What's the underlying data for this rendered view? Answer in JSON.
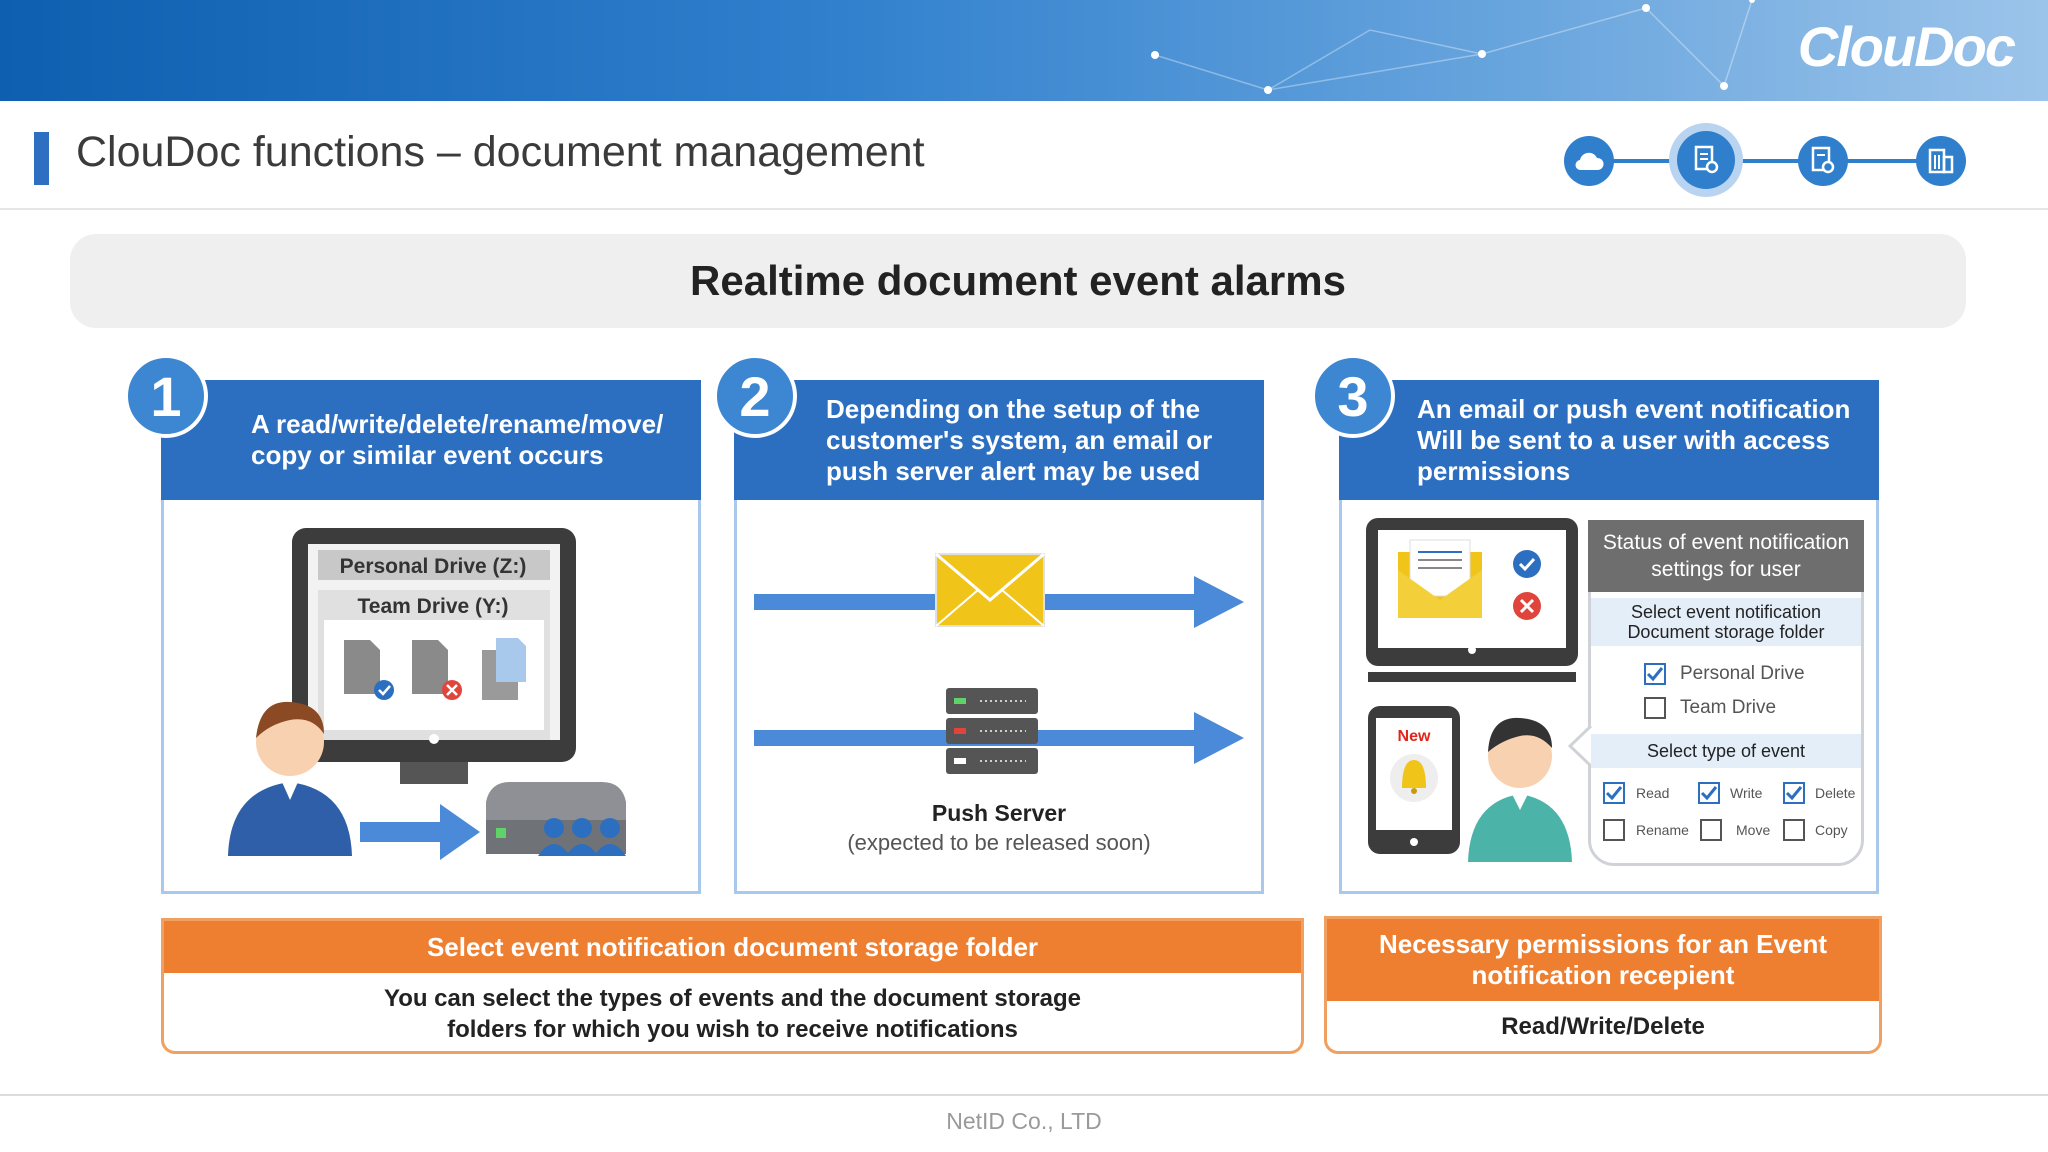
{
  "header": {
    "logo": "ClouDoc",
    "page_title": "ClouDoc functions – document management"
  },
  "banner": {
    "title": "Realtime document event alarms"
  },
  "steps": [
    {
      "number": "1",
      "text": "A read/write/delete/rename/move/ copy or similar event occurs"
    },
    {
      "number": "2",
      "text": "Depending on the setup of the customer's system, an email or push server alert may be used"
    },
    {
      "number": "3",
      "text": "An email or push event notification Will be sent to a user with access permissions"
    }
  ],
  "step1": {
    "drive_z": "Personal Drive (Z:)",
    "drive_y": "Team Drive (Y:)"
  },
  "step2": {
    "push_server": "Push Server",
    "push_note": "(expected to be released soon)"
  },
  "step3": {
    "new_badge": "New",
    "settings_title": "Status of event notification settings for user",
    "folder_header": "Select event notification Document storage folder",
    "folders": [
      {
        "label": "Personal Drive",
        "checked": true
      },
      {
        "label": "Team Drive",
        "checked": false
      }
    ],
    "event_header": "Select type of event",
    "events": [
      {
        "label": "Read",
        "checked": true
      },
      {
        "label": "Write",
        "checked": true
      },
      {
        "label": "Delete",
        "checked": true
      },
      {
        "label": "Rename",
        "checked": false
      },
      {
        "label": "Move",
        "checked": false
      },
      {
        "label": "Copy",
        "checked": false
      }
    ]
  },
  "info_left": {
    "title": "Select event notification document storage folder",
    "body": "You can select the types of events and the document storage folders for which you wish to receive notifications"
  },
  "info_right": {
    "title": "Necessary permissions for an Event notification recepient",
    "body": "Read/Write/Delete"
  },
  "footer": {
    "company": "NetID Co., LTD"
  },
  "colors": {
    "primary_blue": "#2c6fc0",
    "orange": "#ee7f30",
    "envelope": "#f0c419"
  }
}
